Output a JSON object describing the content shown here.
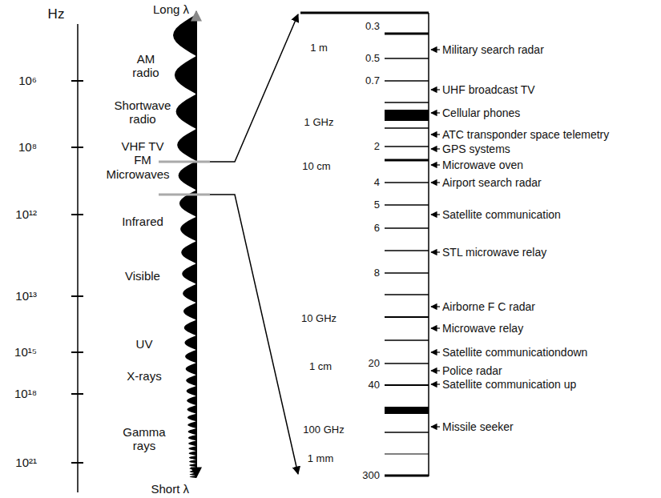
{
  "diagram": {
    "labels": [
      "Hz",
      "10⁶",
      "10⁸",
      "10¹²",
      "10¹³",
      "10¹⁵",
      "10¹⁸",
      "10²¹",
      "Long λ",
      "AM radio",
      "Shortwave radio",
      "VHF TV",
      "FM",
      "Microwaves",
      "Infrared",
      "Visible",
      "UV",
      "X-rays",
      "Gamma rays",
      "Short λ",
      "1 m",
      "1 GHz",
      "10 cm",
      "10 GHz",
      "1 cm",
      "100 GHz",
      "1 mm",
      "0.3",
      "0.5",
      "0.7",
      "2",
      "4",
      "5",
      "6",
      "8",
      "20",
      "40",
      "300",
      "Military search radar",
      "UHF broadcast TV",
      "Cellular phones",
      "ATC transponder space telemetry",
      "GPS systems",
      "Microwave oven",
      "Airport search radar",
      "Satellite communication",
      "STL microwave relay",
      "Airborne F C radar",
      "Microwave relay",
      "Satellite communicationdown",
      "Police radar",
      "Satellite communication up",
      "Missile seeker"
    ]
  }
}
